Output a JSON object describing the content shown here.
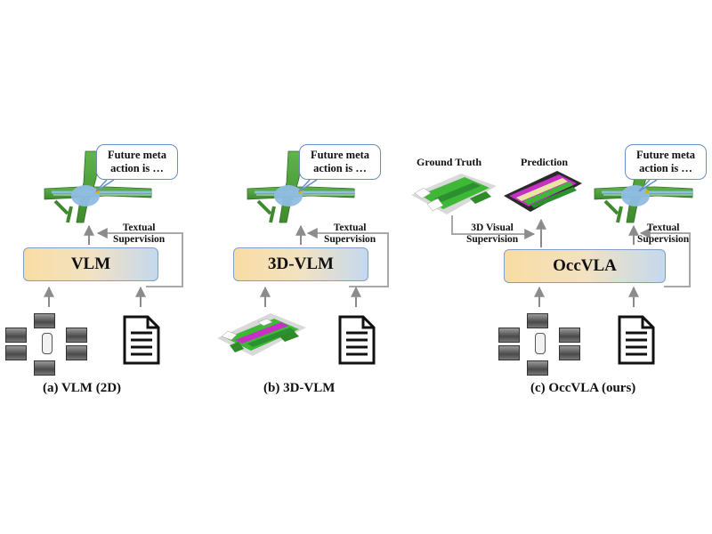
{
  "panels": [
    {
      "model_label": "VLM",
      "bubble_line1": "Future meta",
      "bubble_line2": "action is …",
      "supervision_line1": "Textual",
      "supervision_line2": "Supervision",
      "caption": "(a) VLM (2D)"
    },
    {
      "model_label": "3D-VLM",
      "bubble_line1": "Future meta",
      "bubble_line2": "action is …",
      "supervision_line1": "Textual",
      "supervision_line2": "Supervision",
      "caption": "(b) 3D-VLM"
    },
    {
      "model_label": "OccVLA",
      "bubble_line1": "Future meta",
      "bubble_line2": "action is …",
      "supervision_line1": "Textual",
      "supervision_line2": "Supervision",
      "caption": "(c) OccVLA (ours)",
      "ground_truth_label": "Ground Truth",
      "prediction_label": "Prediction",
      "visual_supervision_line1": "3D Visual",
      "visual_supervision_line2": "Supervision"
    }
  ],
  "colors": {
    "road_green": "#4f9e3a",
    "road_edge": "#3b7d2b",
    "lane_blue": "#8fbde3",
    "arrow_gray": "#8c8c8c",
    "bubble_border": "#6a8fc0",
    "occ_green": "#3fb838",
    "occ_magenta": "#c82fc7"
  }
}
